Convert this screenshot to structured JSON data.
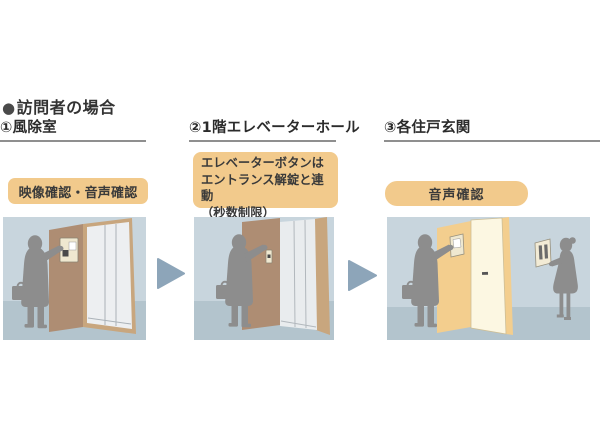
{
  "heading": {
    "bullet": "●",
    "text": "訪問者の場合"
  },
  "steps": [
    {
      "title": "①風除室",
      "badge_lines": [
        "映像確認・音声確認"
      ],
      "illustration": "visitor-pressing-entrance-intercom-beside-glass-doors"
    },
    {
      "title": "②1階エレベーターホール",
      "badge_lines": [
        "エレベーターボタンは",
        "エントランス解錠と連動",
        "（秒数制限）"
      ],
      "illustration": "visitor-pressing-elevator-button-beside-elevator-door"
    },
    {
      "title": "③各住戸玄関",
      "badge_lines": [
        "音声確認"
      ],
      "illustration": "visitor-at-dwelling-door-and-resident-answering-intercom"
    }
  ],
  "icons": {
    "arrow_right": "right-pointing-triangle",
    "bullet": "filled-circle"
  },
  "colors": {
    "badge_bg": "#f2ca8c",
    "arrow": "#8da5b9",
    "panel_background": "#c8d5dd",
    "floor": "#b3c4cd",
    "wall_brown": "#ae8d73",
    "wall_orange": "#f3ce8e",
    "door_cream": "#fcf7e2",
    "glass": "#edeff1",
    "door_frame_tan": "#c8a67e",
    "silhouette_gray": "#8d8d8d",
    "title_underline": "#8f8f8f",
    "text_dark": "#3a3a3a"
  }
}
